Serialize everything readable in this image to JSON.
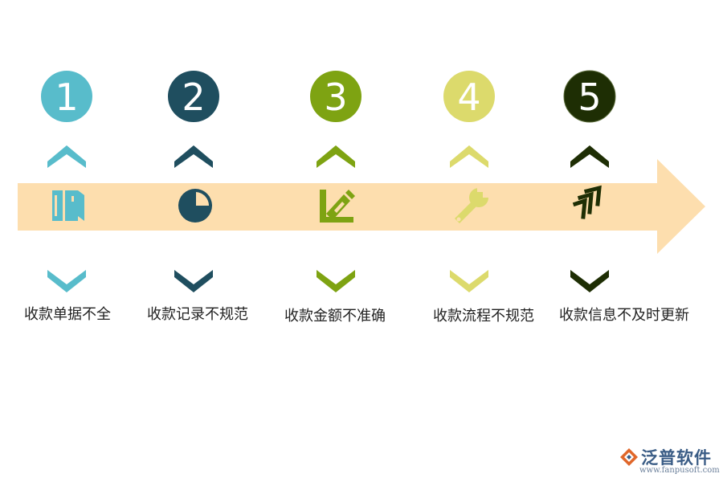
{
  "steps": [
    {
      "number": "1",
      "label": "收款单据不全",
      "color": "#58bccb",
      "icon": "book-icon"
    },
    {
      "number": "2",
      "label": "收款记录不规范",
      "color": "#1f4e5f",
      "icon": "pie-chart-icon"
    },
    {
      "number": "3",
      "label": "收款金额不准确",
      "color": "#7ea312",
      "icon": "edit-icon"
    },
    {
      "number": "4",
      "label": "收款流程不规范",
      "color": "#dcda6c",
      "icon": "wrench-icon"
    },
    {
      "number": "5",
      "label": "收款信息不及时更新",
      "color": "#1e2e04",
      "icon": "arrows-icon"
    }
  ],
  "arrow_color": "#fddeae",
  "brand": {
    "name": "泛普软件",
    "url": "www.fanpusoft.com",
    "color": "#3b5d86"
  }
}
